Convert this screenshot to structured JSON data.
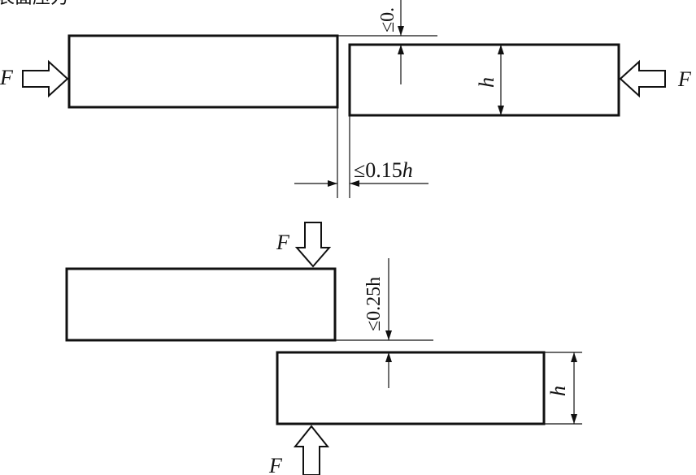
{
  "header_text": "表面压力",
  "labels": {
    "force": "F",
    "height": "h",
    "offset_top": "≤0.",
    "gap_horizontal_prefix": "≤0.15",
    "gap_horizontal_var": "h",
    "offset_bottom": "≤0.25h"
  },
  "colors": {
    "ink": "#111111",
    "background": "#ffffff"
  }
}
